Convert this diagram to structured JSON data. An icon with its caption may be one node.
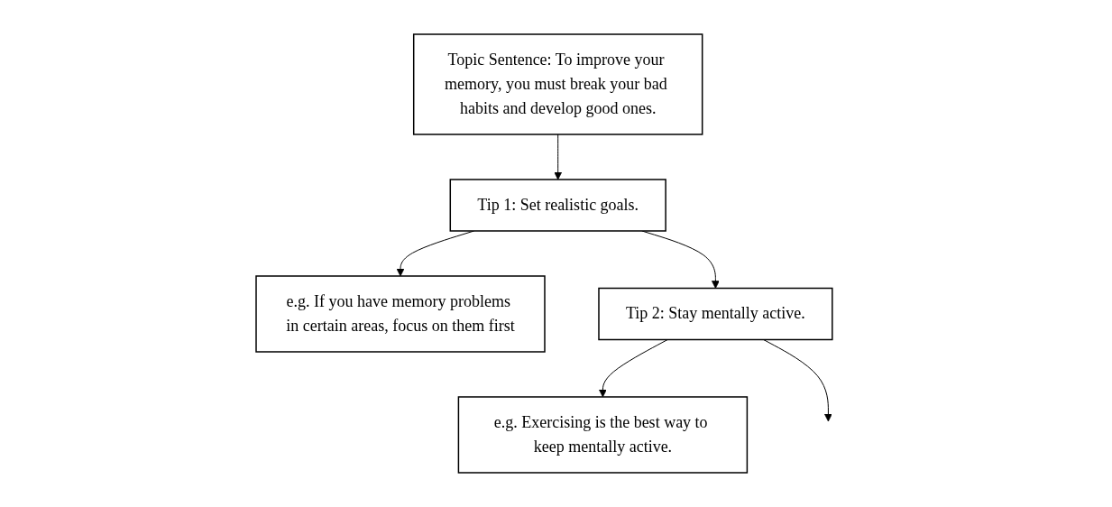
{
  "diagram": {
    "nodes": [
      {
        "text": [
          "Topic Sentence: To improve your memory, you must break your bad habits and develop good ones."
        ]
      },
      {
        "text": [
          "Tip 1: Set realistic goals."
        ]
      },
      {
        "text": [
          "e.g. If you have memory problems in certain areas, focus on them first"
        ]
      },
      {
        "text": [
          "Tip 2: Stay mentally active."
        ]
      },
      {
        "text": [
          "e.g. Exercising is the best way to keep mentally active."
        ]
      }
    ],
    "edges": [
      {
        "from": 0,
        "to": 1,
        "arrow": "to"
      },
      {
        "from": 1,
        "to": 2,
        "arrow": "to"
      },
      {
        "from": 1,
        "to": 3,
        "arrow": "to"
      },
      {
        "from": 3,
        "to": 4,
        "arrow": "to"
      },
      {
        "from": 3,
        "to": null,
        "arrow": "to"
      }
    ]
  }
}
